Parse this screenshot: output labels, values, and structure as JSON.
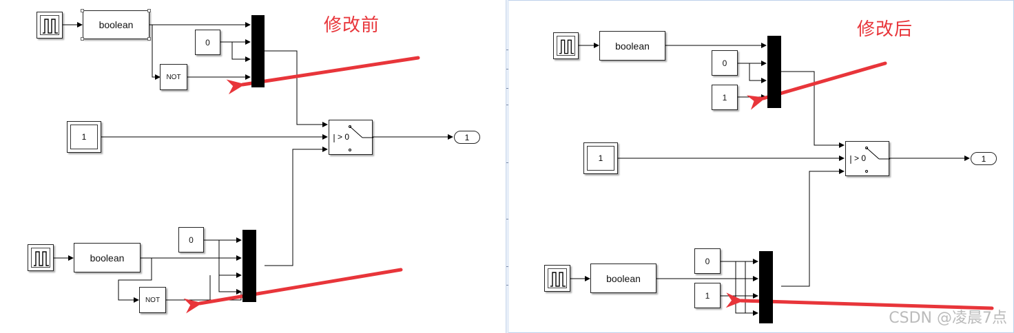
{
  "left": {
    "title": "修改前",
    "top": {
      "convert_label": "boolean",
      "const0": "0",
      "not_label": "NOT"
    },
    "source_const": "1",
    "switch_label": "> 0",
    "outport": "1",
    "bottom": {
      "convert_label": "boolean",
      "const0": "0",
      "not_label": "NOT"
    }
  },
  "right": {
    "title": "修改后",
    "top": {
      "convert_label": "boolean",
      "const0": "0",
      "const1": "1"
    },
    "source_const": "1",
    "switch_label": "> 0",
    "outport": "1",
    "bottom": {
      "convert_label": "boolean",
      "const0": "0",
      "const1": "1"
    }
  },
  "watermark": "CSDN @凌晨7点",
  "colors": {
    "arrow": "#e8353a",
    "wire": "#000000",
    "title": "#e8353a"
  }
}
